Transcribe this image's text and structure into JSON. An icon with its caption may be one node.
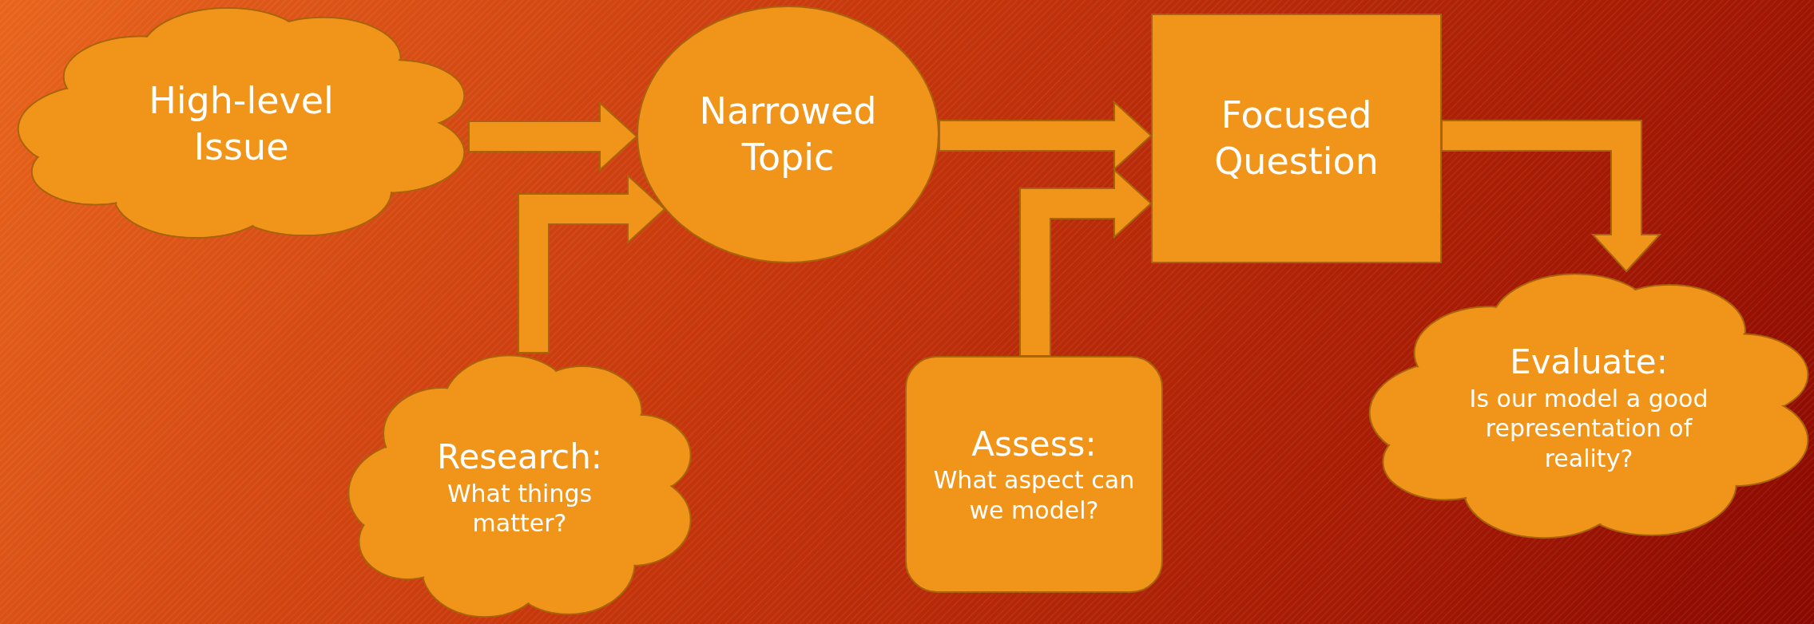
{
  "diagram": {
    "nodes": [
      {
        "text": [
          "High-level Issue"
        ]
      },
      {
        "text": [
          "Narrowed Topic"
        ]
      },
      {
        "text": [
          "Focused Question"
        ]
      },
      {
        "text": [
          "Research:",
          "What things matter?"
        ]
      },
      {
        "text": [
          "Assess:",
          "What aspect can we model?"
        ]
      },
      {
        "text": [
          "Evaluate:",
          "Is our model a good representation of reality?"
        ]
      }
    ],
    "edges": [
      {
        "from": 0,
        "to": 1,
        "arrow": "to"
      },
      {
        "from": 3,
        "to": 1,
        "arrow": "to"
      },
      {
        "from": 1,
        "to": 2,
        "arrow": "to"
      },
      {
        "from": 4,
        "to": 2,
        "arrow": "to"
      },
      {
        "from": 2,
        "to": 5,
        "arrow": "to"
      }
    ]
  }
}
